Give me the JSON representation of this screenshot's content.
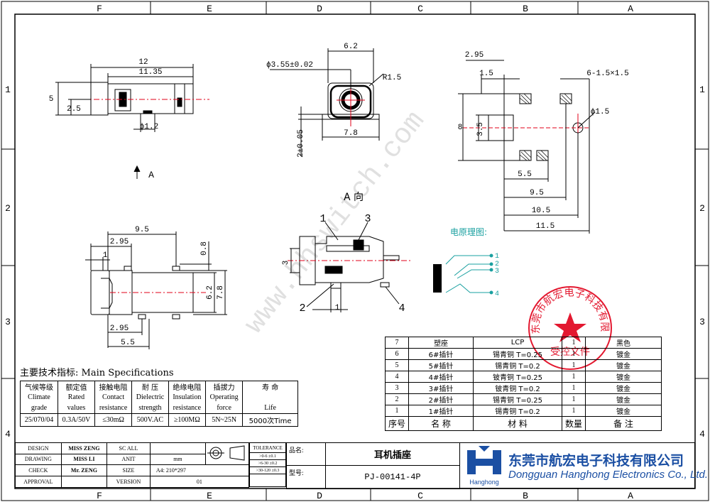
{
  "zones": {
    "cols": [
      "F",
      "E",
      "D",
      "C",
      "B",
      "A"
    ],
    "rows": [
      "1",
      "2",
      "3",
      "4"
    ]
  },
  "colors": {
    "red": "#e0001a",
    "cyan": "#1aa0a0",
    "stamp": "#e0001a",
    "logo_blue": "#1b4fa3"
  },
  "dims": {
    "side": {
      "total": "12",
      "body": "11.35",
      "height": "5",
      "center": "2.5",
      "pin_dia": "ϕ1.2"
    },
    "front": {
      "hole": "ϕ3.55±0.02",
      "top_w": "6.2",
      "radius": "R1.5",
      "bottom_w": "7.8",
      "base_h": "2±0.05"
    },
    "pcb": {
      "w295": "2.95",
      "w15": "1.5",
      "pad_size": "6-1.5×1.5",
      "hole": "ϕ1.5",
      "h8": "8",
      "h35": "3.5",
      "w55": "5.5",
      "w95": "9.5",
      "w105": "10.5",
      "w115": "11.5"
    },
    "top": {
      "w95": "9.5",
      "w295": "2.95",
      "w1": "1",
      "w08": "0.8",
      "w62": "6.2",
      "w78": "7.8",
      "w295b": "2.95",
      "w55": "5.5"
    },
    "view": {
      "a_label": "A",
      "a_view": "A 向",
      "w3": "3",
      "w1": "1",
      "p1": "1",
      "p2": "2",
      "p3": "3",
      "p4": "4"
    }
  },
  "schematic": {
    "title": "电原理图:",
    "pins": [
      "1",
      "2",
      "3",
      "4"
    ]
  },
  "specs": {
    "title": "主要技术指标: Main Specifications",
    "headers": [
      {
        "cn": "气候等级",
        "en": [
          "Climate",
          "grade"
        ]
      },
      {
        "cn": "额定值",
        "en": [
          "Rated",
          "values"
        ]
      },
      {
        "cn": "接触电阻",
        "en": [
          "Contact",
          "resistance"
        ]
      },
      {
        "cn": "耐 压",
        "en": [
          "Dielectric",
          "strength"
        ]
      },
      {
        "cn": "绝缘电阻",
        "en": [
          "Insulation",
          "resistance"
        ]
      },
      {
        "cn": "插拔力",
        "en": [
          "Operating",
          "force"
        ]
      },
      {
        "cn": "寿 命",
        "en": [
          "",
          "Life"
        ]
      }
    ],
    "values": [
      "25/070/04",
      "0.3A/50V",
      "≤30mΩ",
      "500V.AC",
      "≥100MΩ",
      "5N~25N",
      "5000次Time"
    ]
  },
  "bom": {
    "header": {
      "no": "序号",
      "name": "名 称",
      "material": "材 料",
      "qty": "数量",
      "remark": "备 注"
    },
    "rows": [
      {
        "no": "7",
        "name": "塑座",
        "material": "LCP",
        "qty": "1",
        "remark": "黑色"
      },
      {
        "no": "6",
        "name": "6#插针",
        "material": "锡青铜 T=0.25",
        "qty": "1",
        "remark": "镀金"
      },
      {
        "no": "5",
        "name": "5#插针",
        "material": "锡青铜 T=0.2",
        "qty": "1",
        "remark": "镀金"
      },
      {
        "no": "4",
        "name": "4#插针",
        "material": "铍青铜 T=0.25",
        "qty": "1",
        "remark": "镀金"
      },
      {
        "no": "3",
        "name": "3#插针",
        "material": "铍青铜 T=0.2",
        "qty": "1",
        "remark": "镀金"
      },
      {
        "no": "2",
        "name": "2#插针",
        "material": "锡青铜 T=0.25",
        "qty": "1",
        "remark": "镀金"
      },
      {
        "no": "1",
        "name": "1#插针",
        "material": "锡青铜 T=0.2",
        "qty": "1",
        "remark": "镀金"
      }
    ]
  },
  "stamp": {
    "ring": "东莞市航宏电子科技有限公司",
    "center": "受控文件"
  },
  "watermark": "www.hhswitch.com",
  "title_block": {
    "rows": [
      {
        "label": "DESIGN",
        "name": "MISS ZENG",
        "key": "SC ALL",
        "val": ""
      },
      {
        "label": "DRAWING",
        "name": "MISS LI",
        "key": "ANIT",
        "val": "mm"
      },
      {
        "label": "CHECK",
        "name": "Mr. ZENG",
        "key": "SIZE",
        "val": "A4: 210*297"
      },
      {
        "label": "APPROVAL",
        "name": "",
        "key": "VERSION",
        "val": "01"
      }
    ],
    "tolerance": {
      "title": "TOLERANCE",
      "rows": [
        ">0-6 ±0.1",
        ">6-30 ±0.2",
        ">30-120 ±0.3"
      ]
    },
    "part_name_label": "品名:",
    "part_name": "耳机插座",
    "part_no_label": "型号:",
    "part_no": "PJ-00141-4P",
    "company_cn": "东莞市航宏电子科技有限公司",
    "company_en": "Dongguan Hanghong Electronics Co., Ltd.",
    "logo_text": "Hanghong"
  }
}
